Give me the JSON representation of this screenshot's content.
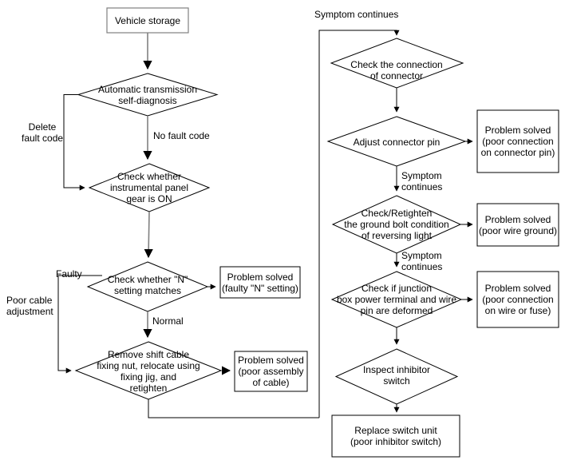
{
  "diagram": {
    "title": "Automatic transmission / inhibitor switch diagnosis flowchart",
    "stroke_color": "#000000",
    "fill_color": "#ffffff",
    "text_color": "#000000",
    "background": "#ffffff"
  },
  "left_column": {
    "start_box": {
      "label": "Vehicle storage"
    },
    "decisions": [
      {
        "label": "Automatic transmission\nself-diagnosis"
      },
      {
        "label": "Check whether\ninstrumental panel\ngear is ON"
      },
      {
        "label": "Check whether \"N\"\nsetting matches"
      },
      {
        "label": "Remove shift cable\nfixing nut, relocate using\nfixing jig, and\nretighten"
      }
    ],
    "outcomes": [
      {
        "label": "Problem solved\n(faulty \"N\" setting)"
      },
      {
        "label": "Problem solved\n(poor assembly\nof cable)"
      }
    ],
    "edge_labels": [
      {
        "label": "Delete\nfault code"
      },
      {
        "label": "No fault code"
      },
      {
        "label": "Faulty"
      },
      {
        "label": "Normal"
      },
      {
        "label": "Poor cable\nadjustment"
      }
    ]
  },
  "right_column": {
    "entry_label": "Symptom continues",
    "decisions": [
      {
        "label": "Check the connection\nof connector"
      },
      {
        "label": "Adjust connector pin"
      },
      {
        "label": "Check/Retighten\nthe ground bolt condition\nof reversing light"
      },
      {
        "label": "Check if junction\nbox power terminal and wire\npin are deformed"
      },
      {
        "label": "Inspect inhibitor\nswitch"
      }
    ],
    "outcomes": [
      {
        "label": "Problem solved\n(poor connection\non connector pin)"
      },
      {
        "label": "Problem solved\n(poor wire ground)"
      },
      {
        "label": "Problem solved\n(poor connection\non wire or fuse)"
      }
    ],
    "end_box": {
      "label": "Replace switch unit\n(poor inhibitor switch)"
    },
    "edge_labels": [
      {
        "label": "Symptom\ncontinues"
      },
      {
        "label": "Symptom\ncontinues"
      }
    ]
  }
}
